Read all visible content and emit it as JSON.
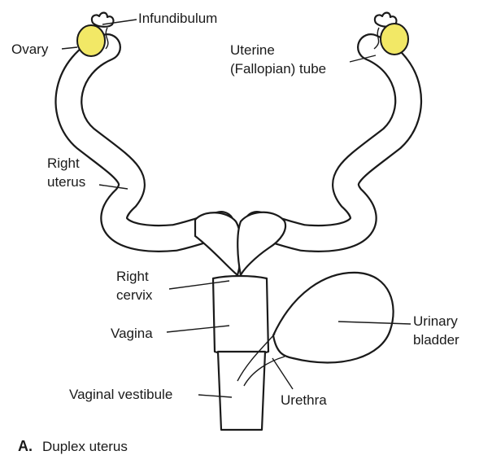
{
  "diagram": {
    "labels": {
      "infundibulum": "Infundibulum",
      "ovary": "Ovary",
      "uterine_tube_line1": "Uterine",
      "uterine_tube_line2": "(Fallopian) tube",
      "right_uterus_line1": "Right",
      "right_uterus_line2": "uterus",
      "right_cervix_line1": "Right",
      "right_cervix_line2": "cervix",
      "vagina": "Vagina",
      "urinary_bladder_line1": "Urinary",
      "urinary_bladder_line2": "bladder",
      "vaginal_vestibule": "Vaginal vestibule",
      "urethra": "Urethra"
    },
    "caption": {
      "letter": "A.",
      "text": "Duplex uterus"
    },
    "colors": {
      "ovary": "#f2e866",
      "outline": "#1a1a1a",
      "stipple": "#333333"
    }
  }
}
